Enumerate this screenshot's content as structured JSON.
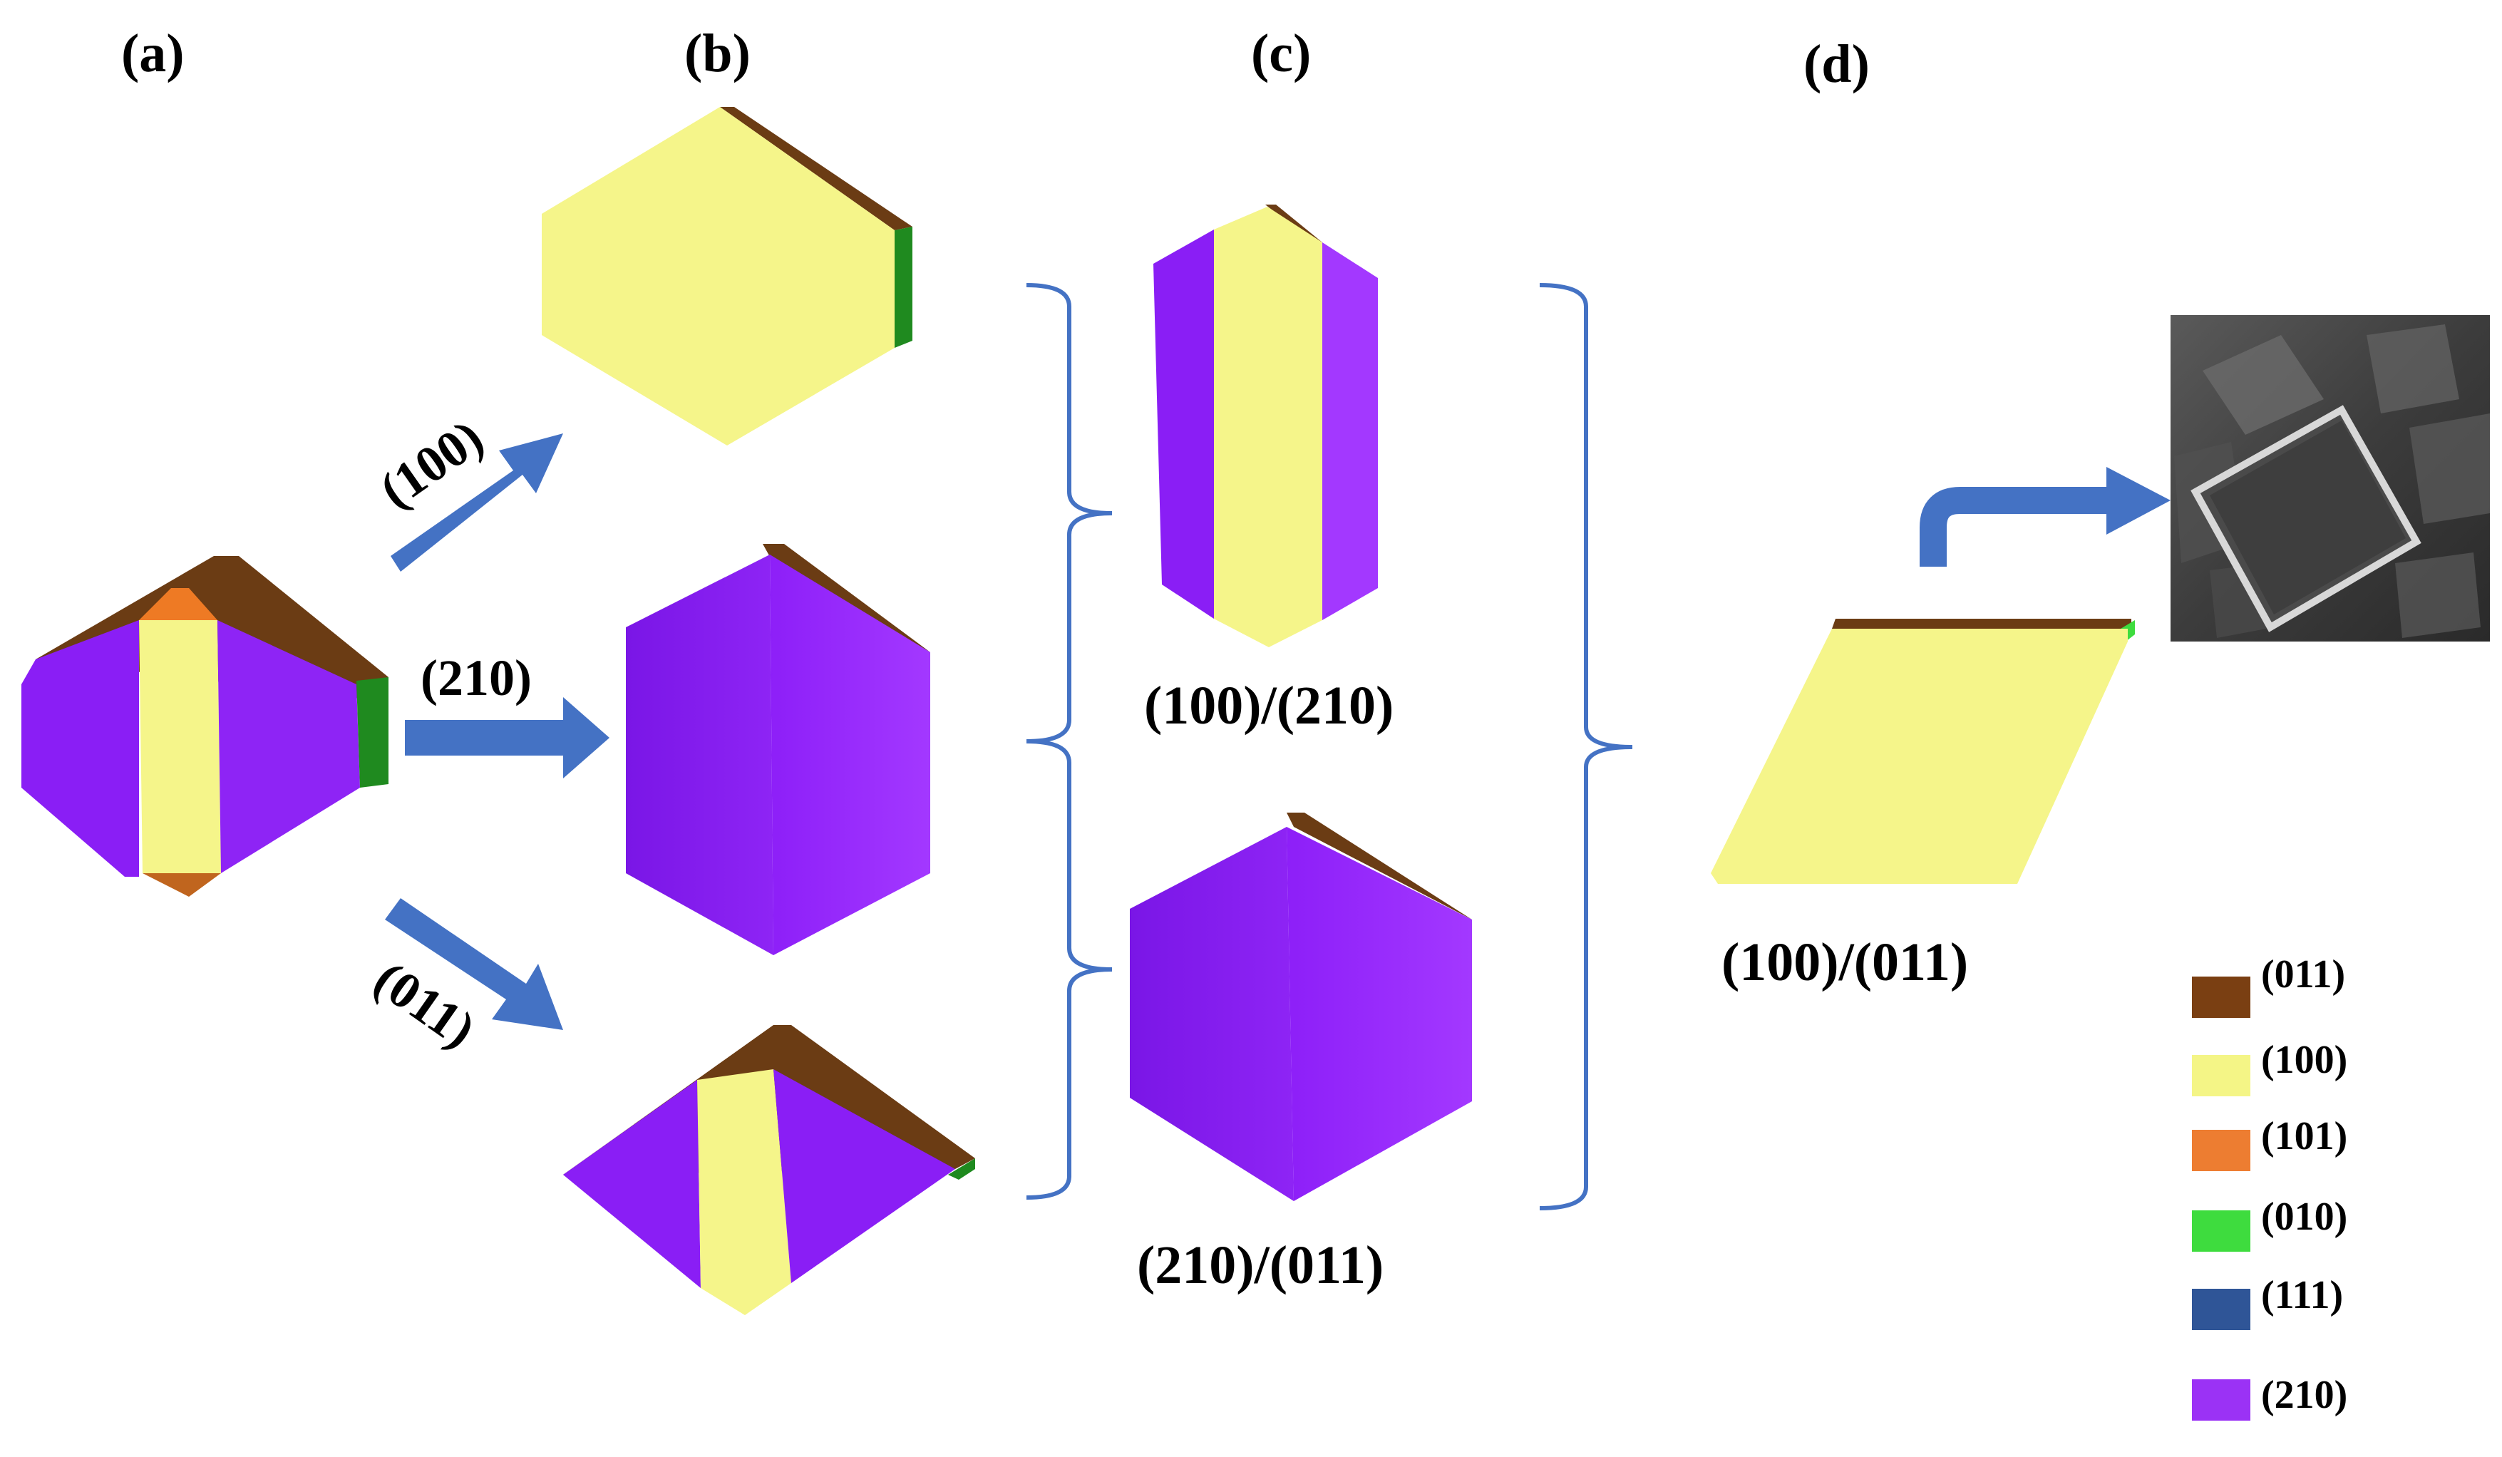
{
  "panels": {
    "a": "(a)",
    "b": "(b)",
    "c": "(c)",
    "d": "(d)"
  },
  "arrows": {
    "top": "(100)",
    "middle": "(210)",
    "bottom": "(011)"
  },
  "combos": {
    "c_top": "(100)/(210)",
    "c_bottom": "(210)/(011)",
    "d": "(100)/(011)"
  },
  "colors": {
    "f011": "#6b3c14",
    "f100": "#f5f58a",
    "f101": "#ee7a24",
    "f010": "#1f8a1f",
    "f111": "#2d5597",
    "f210": "#8a1ef5",
    "arrow": "#4472c4"
  },
  "legend": [
    {
      "label": "(011)",
      "color": "#7a3f12"
    },
    {
      "label": "(100)",
      "color": "#f4f586"
    },
    {
      "label": "(101)",
      "color": "#ed7d31"
    },
    {
      "label": "(010)",
      "color": "#3edc3e"
    },
    {
      "label": "(111)",
      "color": "#2f5597"
    },
    {
      "label": "(210)",
      "color": "#9b32f5"
    }
  ],
  "sem_image": {
    "icon": "sem-micrograph"
  }
}
